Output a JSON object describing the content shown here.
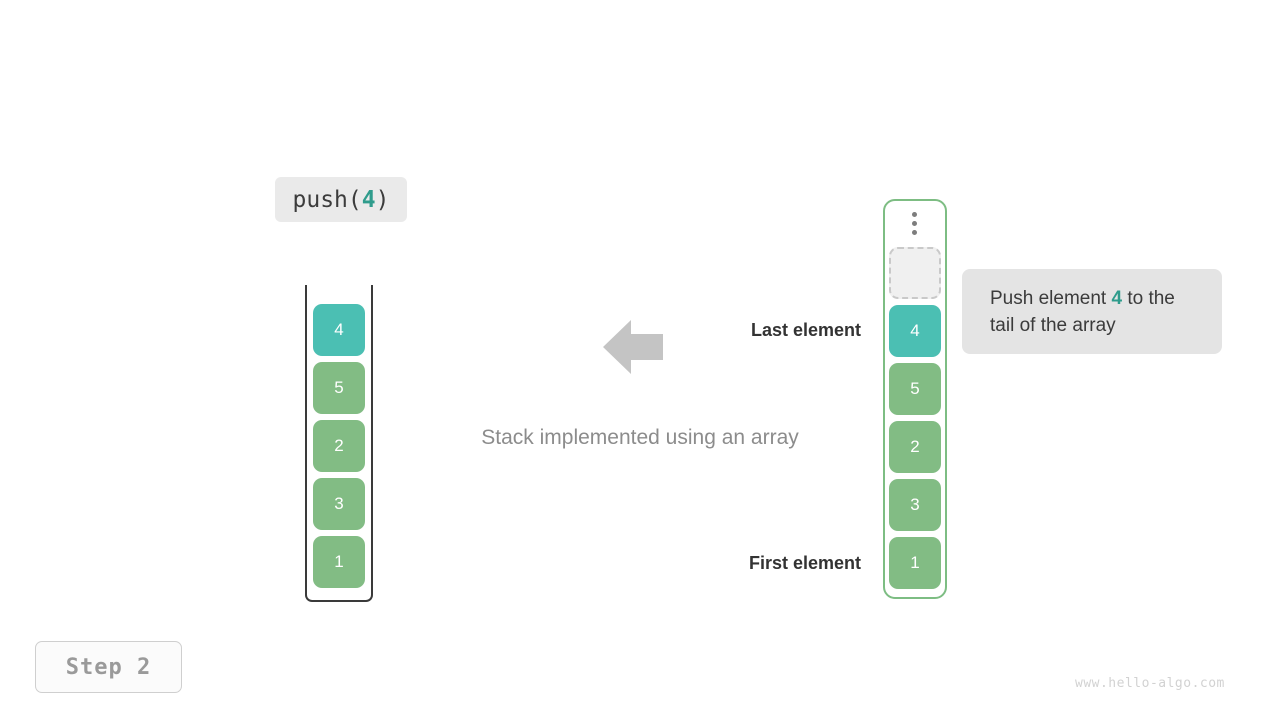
{
  "operation": {
    "name": "push",
    "open_paren": "(",
    "value": "4",
    "close_paren": ")"
  },
  "stack_panel": {
    "caption": "Stack implemented using an array",
    "label_last": "Last element",
    "label_first": "First element",
    "arrow_icon": "left-arrow-icon",
    "arrow_color": "#c4c4c4",
    "items": [
      {
        "value": "4",
        "style": "teal"
      },
      {
        "value": "5",
        "style": "green"
      },
      {
        "value": "2",
        "style": "green"
      },
      {
        "value": "3",
        "style": "green"
      },
      {
        "value": "1",
        "style": "green"
      }
    ]
  },
  "array_panel": {
    "border_color": "#7dbd83",
    "dots_icon": "vertical-ellipsis-icon",
    "items": [
      {
        "value": "",
        "style": "empty"
      },
      {
        "value": "4",
        "style": "teal"
      },
      {
        "value": "5",
        "style": "green"
      },
      {
        "value": "2",
        "style": "green"
      },
      {
        "value": "3",
        "style": "green"
      },
      {
        "value": "1",
        "style": "green"
      }
    ]
  },
  "note": {
    "text_before": "Push element ",
    "highlight": "4",
    "text_after": " to the tail of the array"
  },
  "step": {
    "label": "Step  2"
  },
  "watermark": {
    "text": "www.hello-algo.com"
  },
  "colors": {
    "teal": "#4bbfb3",
    "green": "#82bc84",
    "accent_text": "#2f9c8c",
    "empty_fill": "#f0f0f0",
    "empty_border": "#c9c9c9"
  }
}
